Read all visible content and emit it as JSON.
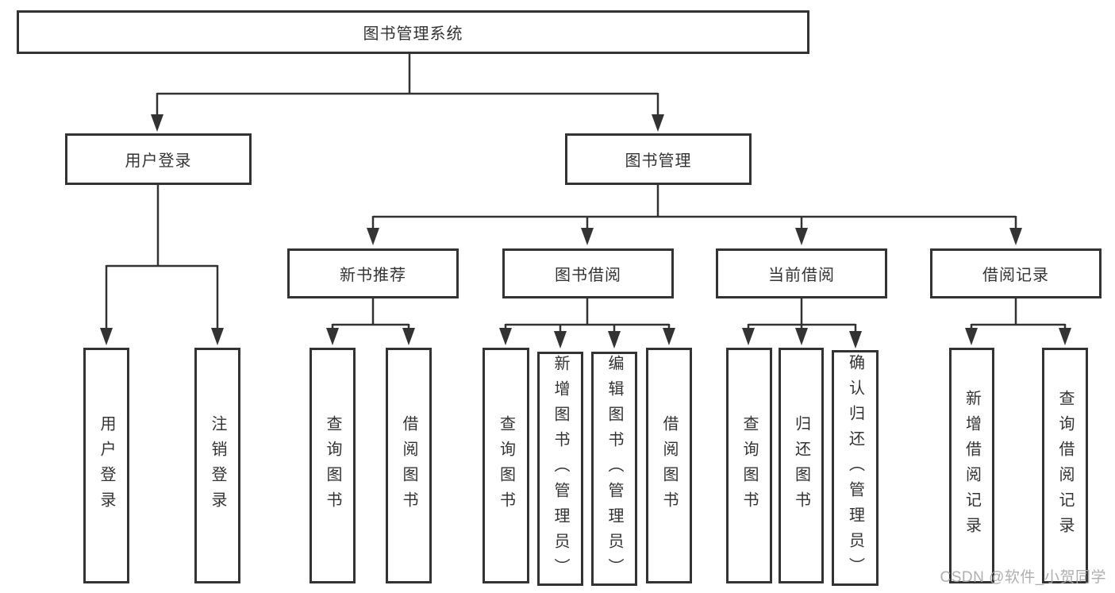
{
  "tree": {
    "root": {
      "label": "图书管理系统"
    },
    "branches": [
      {
        "label": "用户登录",
        "children": [
          {
            "label": "用户登录"
          },
          {
            "label": "注销登录"
          }
        ]
      },
      {
        "label": "图书管理",
        "children": [
          {
            "label": "新书推荐",
            "children": [
              {
                "label": "查询图书"
              },
              {
                "label": "借阅图书"
              }
            ]
          },
          {
            "label": "图书借阅",
            "children": [
              {
                "label": "查询图书"
              },
              {
                "label": "新增图书（管理员）"
              },
              {
                "label": "编辑图书（管理员）"
              },
              {
                "label": "借阅图书"
              }
            ]
          },
          {
            "label": "当前借阅",
            "children": [
              {
                "label": "查询图书"
              },
              {
                "label": "归还图书"
              },
              {
                "label": "确认归还（管理员）"
              }
            ]
          },
          {
            "label": "借阅记录",
            "children": [
              {
                "label": "新增借阅记录"
              },
              {
                "label": "查询借阅记录"
              }
            ]
          }
        ]
      }
    ]
  },
  "watermark": {
    "text": "CSDN @软件_小贺同学"
  },
  "colors": {
    "line": "#333333",
    "box_border": "#333333",
    "text": "#333333",
    "watermark": "#a8a8a8",
    "background": "#ffffff"
  }
}
